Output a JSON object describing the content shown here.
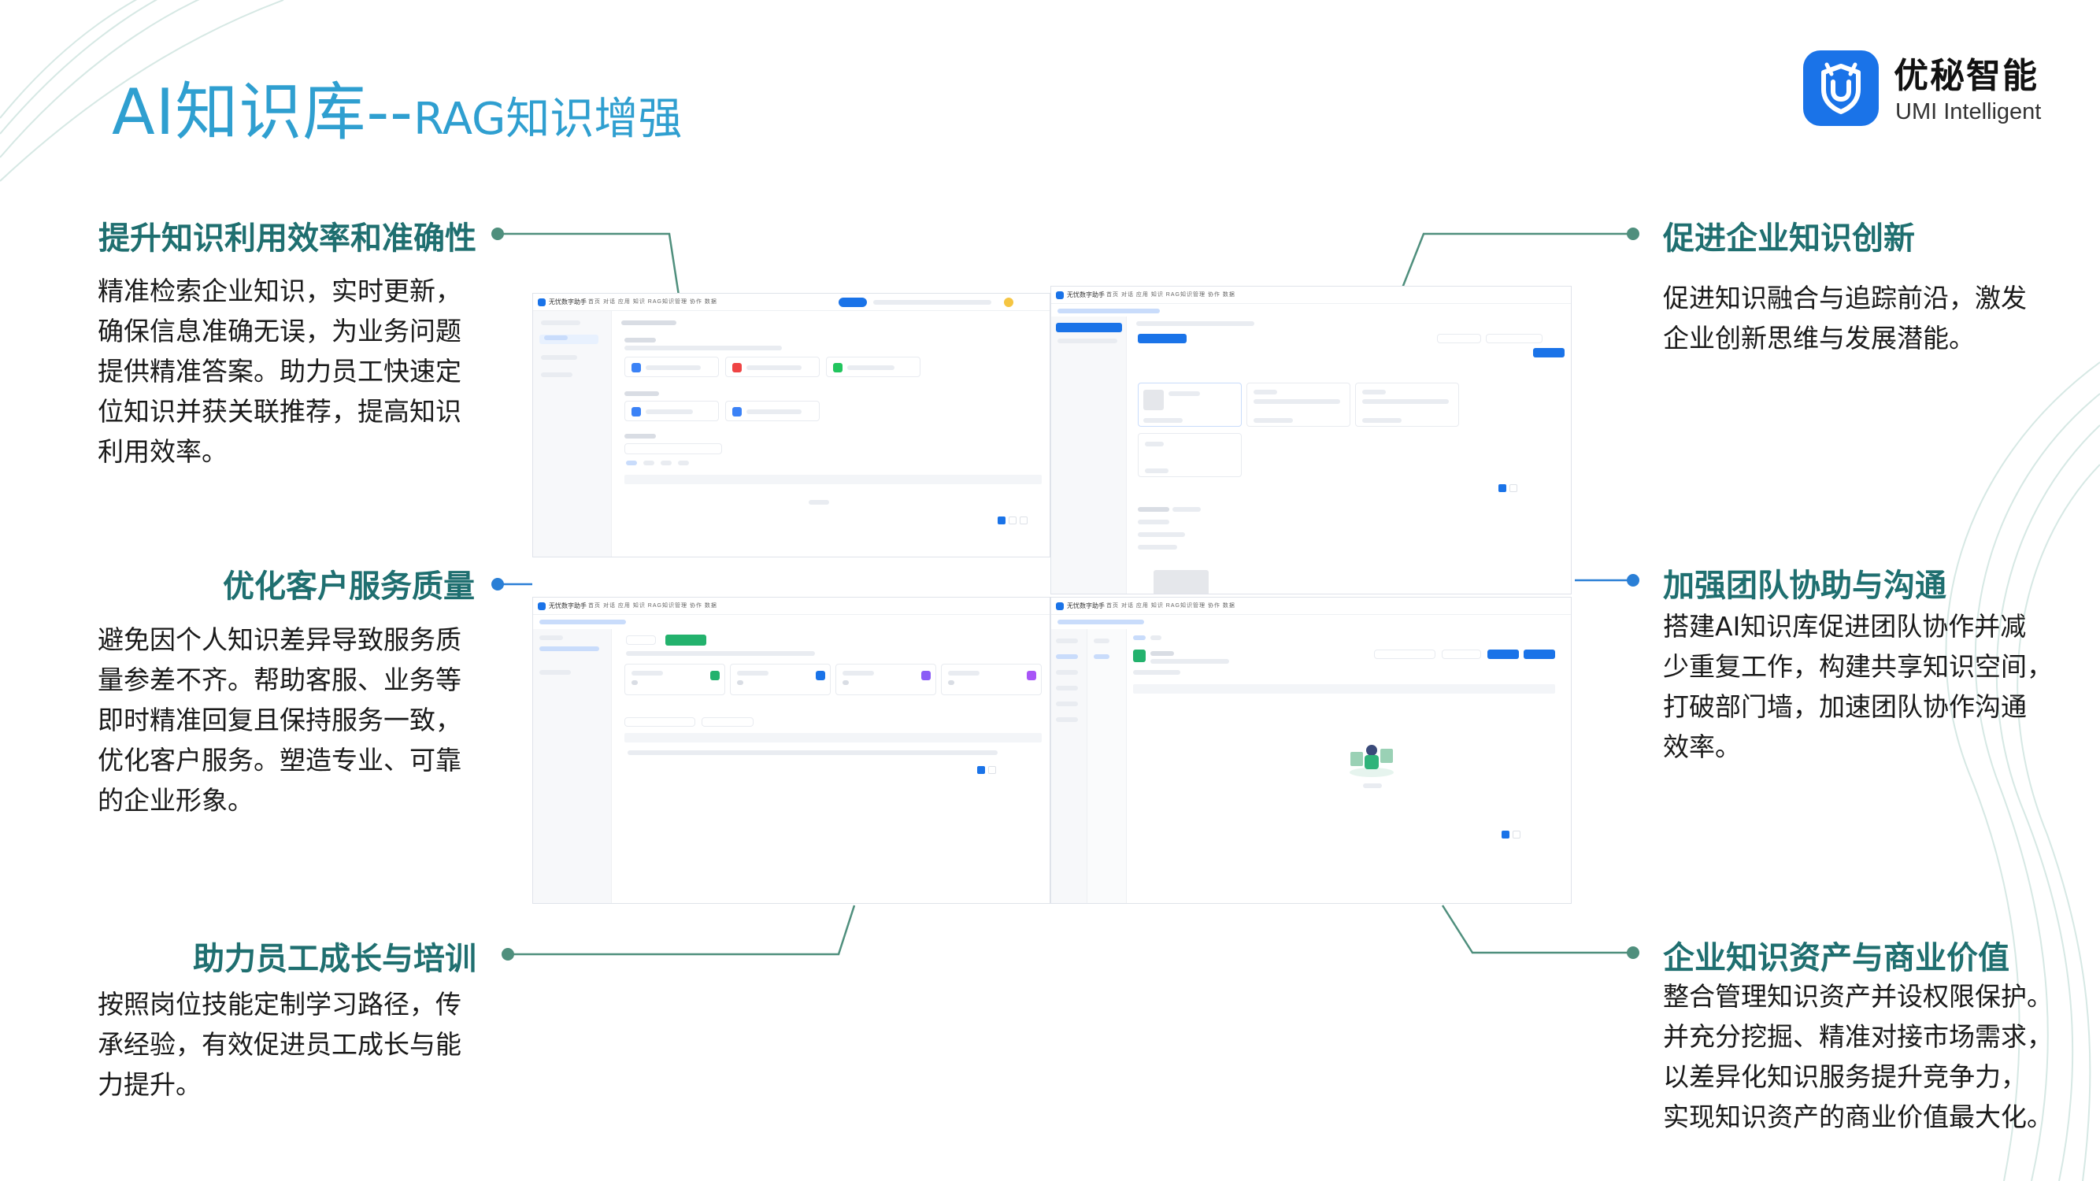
{
  "title": {
    "main": "AI知识库--",
    "sub": "RAG知识增强"
  },
  "brand": {
    "name_cn": "优秘智能",
    "name_en": "UMI Intelligent"
  },
  "colors": {
    "title_blue": "#2f9fd0",
    "heading_teal": "#1f6f70",
    "brand_blue": "#1a73e8",
    "connector_green": "#4f8f7d",
    "connector_blue": "#2a7fd6"
  },
  "features": [
    {
      "heading": "提升知识利用效率和准确性",
      "lines": [
        "精准检索企业知识，实时更新，",
        "确保信息准确无误，为业务问题",
        "提供精准答案。助力员工快速定",
        "位知识并获关联推荐，提高知识",
        "利用效率。"
      ]
    },
    {
      "heading": "优化客户服务质量",
      "lines": [
        "避免因个人知识差异导致服务质",
        "量参差不齐。帮助客服、业务等",
        "即时精准回复且保持服务一致，",
        "优化客户服务。塑造专业、可靠",
        "的企业形象。"
      ]
    },
    {
      "heading": "助力员工成长与培训",
      "lines": [
        "按照岗位技能定制学习路径，传",
        "承经验，有效促进员工成长与能",
        "力提升。"
      ]
    },
    {
      "heading": "促进企业知识创新",
      "lines": [
        "促进知识融合与追踪前沿，激发",
        "企业创新思维与发展潜能。"
      ]
    },
    {
      "heading": "加强团队协助与沟通",
      "lines": [
        "搭建AI知识库促进团队协作并减",
        "少重复工作，构建共享知识空间，",
        "打破部门墙，加速团队协作沟通",
        "效率。"
      ]
    },
    {
      "heading": "企业知识资产与商业价值",
      "lines": [
        "整合管理知识资产并设权限保护。",
        "并充分挖掘、精准对接市场需求，",
        "以差异化知识服务提升竞争力，",
        "实现知识资产的商业价值最大化。"
      ]
    }
  ],
  "screens": {
    "app_name": "无忧数字助手",
    "nav": "首页  对话  应用  知识  RAG知识管理  协作  数据"
  }
}
